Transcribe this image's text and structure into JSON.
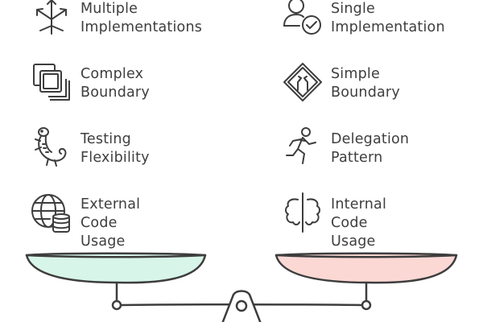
{
  "left_column": {
    "items": [
      {
        "label": "Multiple\nImplementations",
        "icon": "arrows-branching-icon"
      },
      {
        "label": "Complex\nBoundary",
        "icon": "stacked-squares-icon"
      },
      {
        "label": "Testing\nFlexibility",
        "icon": "lizard-icon"
      },
      {
        "label": "External Code\nUsage",
        "icon": "globe-database-icon"
      }
    ],
    "pan_color": "#d8f5e9"
  },
  "right_column": {
    "items": [
      {
        "label": "Single\nImplementation",
        "icon": "user-check-icon"
      },
      {
        "label": "Simple\nBoundary",
        "icon": "road-sign-icon"
      },
      {
        "label": "Delegation\nPattern",
        "icon": "running-person-icon"
      },
      {
        "label": "Internal Code\nUsage",
        "icon": "mirrored-code-icon"
      }
    ],
    "pan_color": "#fbd8d4"
  },
  "colors": {
    "stroke": "#3d3d3d"
  }
}
